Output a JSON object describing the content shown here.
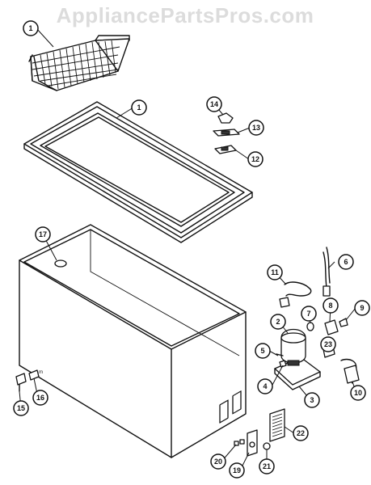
{
  "watermark": "AppliancePartsPros.com",
  "callouts": [
    {
      "id": "1a",
      "label": "1"
    },
    {
      "id": "1b",
      "label": "1"
    },
    {
      "id": "2",
      "label": "2"
    },
    {
      "id": "3",
      "label": "3"
    },
    {
      "id": "4",
      "label": "4"
    },
    {
      "id": "5",
      "label": "5"
    },
    {
      "id": "6",
      "label": "6"
    },
    {
      "id": "7",
      "label": "7"
    },
    {
      "id": "8",
      "label": "8"
    },
    {
      "id": "9",
      "label": "9"
    },
    {
      "id": "10",
      "label": "10"
    },
    {
      "id": "11",
      "label": "11"
    },
    {
      "id": "12",
      "label": "12"
    },
    {
      "id": "13",
      "label": "13"
    },
    {
      "id": "14",
      "label": "14"
    },
    {
      "id": "15",
      "label": "15"
    },
    {
      "id": "16",
      "label": "16"
    },
    {
      "id": "17",
      "label": "17"
    },
    {
      "id": "19",
      "label": "19"
    },
    {
      "id": "20",
      "label": "20"
    },
    {
      "id": "21",
      "label": "21"
    },
    {
      "id": "22",
      "label": "22"
    },
    {
      "id": "23",
      "label": "23"
    }
  ]
}
